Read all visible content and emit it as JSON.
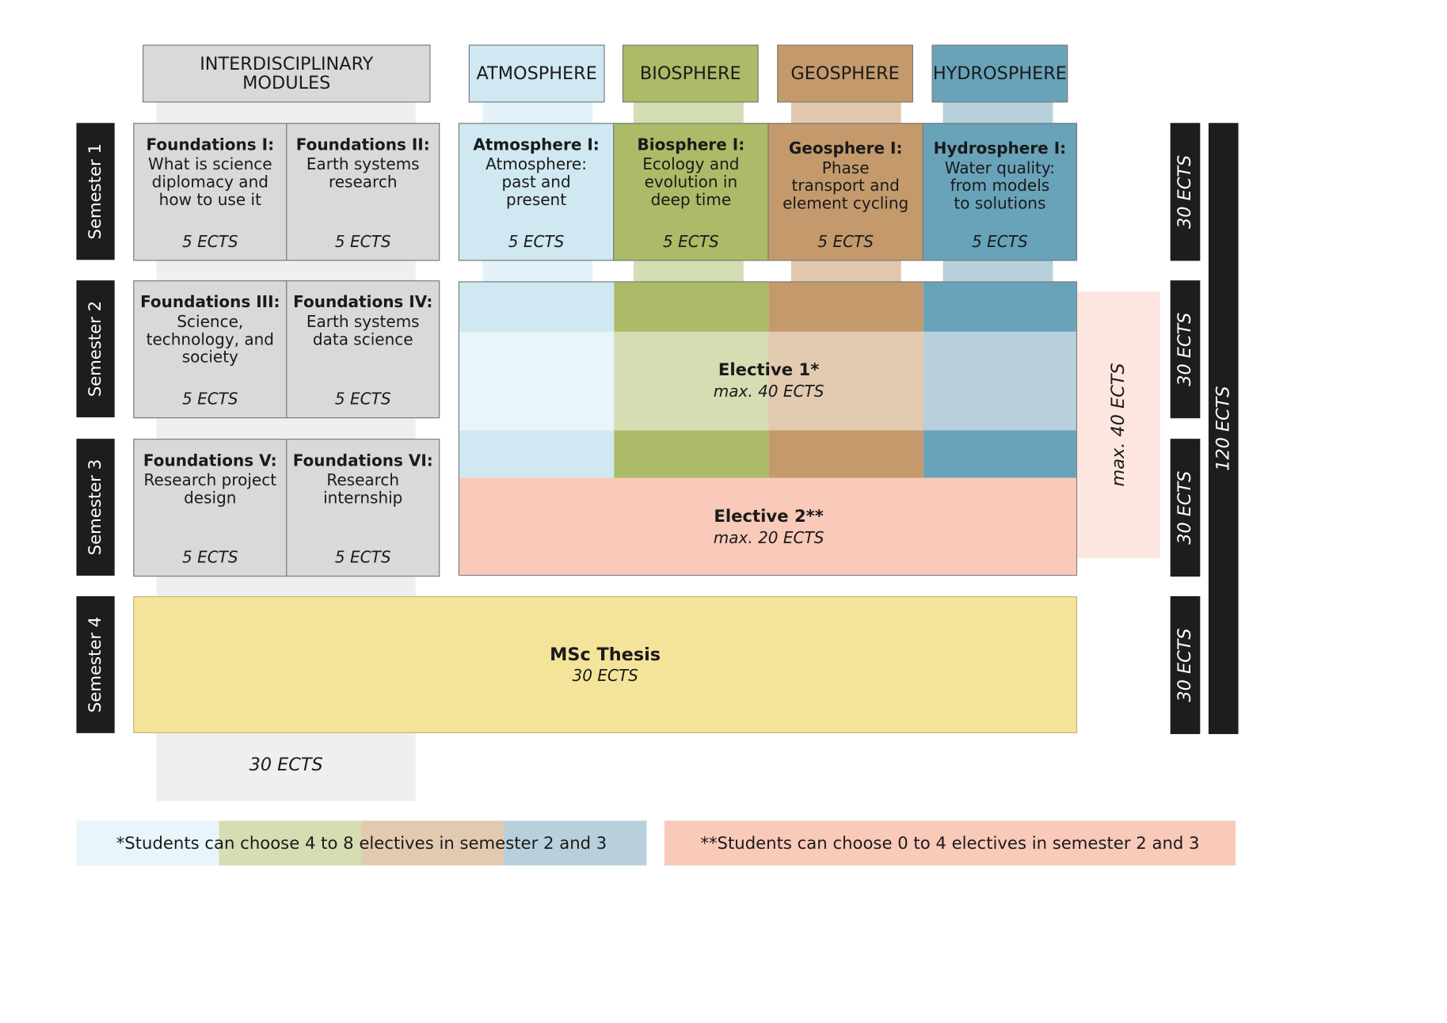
{
  "colors": {
    "interdisciplinary": "#d9d9d9",
    "atmosphere": "#cfe8f2",
    "biosphere": "#abbb67",
    "geosphere": "#c49a6c",
    "hydrosphere": "#68a3b9",
    "elective2": "#f9c9b9",
    "thesis": "#f4e49a",
    "dark": "#1d1d1d"
  },
  "headers": {
    "interdisciplinary": "INTERDISCIPLINARY MODULES",
    "atmosphere": "ATMOSPHERE",
    "biosphere": "BIOSPHERE",
    "geosphere": "GEOSPHERE",
    "hydrosphere": "HYDROSPHERE"
  },
  "semesters": [
    "Semester 1",
    "Semester 2",
    "Semester 3",
    "Semester 4"
  ],
  "foundations": [
    {
      "title": "Foundations I:",
      "desc": "What is science\ndiplomacy and\nhow to use it",
      "ects": "5 ECTS"
    },
    {
      "title": "Foundations II:",
      "desc": "Earth systems\nresearch",
      "ects": "5 ECTS"
    },
    {
      "title": "Foundations III:",
      "desc": "Science,\ntechnology, and\nsociety",
      "ects": "5 ECTS"
    },
    {
      "title": "Foundations IV:",
      "desc": "Earth systems\ndata science",
      "ects": "5 ECTS"
    },
    {
      "title": "Foundations V:",
      "desc": "Research project\ndesign",
      "ects": "5 ECTS"
    },
    {
      "title": "Foundations VI:",
      "desc": "Research\ninternship",
      "ects": "5 ECTS"
    }
  ],
  "spheres": [
    {
      "title": "Atmosphere I:",
      "desc": "Atmosphere:\npast and\npresent",
      "ects": "5 ECTS"
    },
    {
      "title": "Biosphere I:",
      "desc": "Ecology and\nevolution in\ndeep time",
      "ects": "5 ECTS"
    },
    {
      "title": "Geosphere I:",
      "desc": "Phase\ntransport and\nelement cycling",
      "ects": "5 ECTS"
    },
    {
      "title": "Hydrosphere I:",
      "desc": "Water quality:\nfrom models\nto solutions",
      "ects": "5 ECTS"
    }
  ],
  "elective1": {
    "title": "Elective 1*",
    "ects": "max. 40 ECTS"
  },
  "elective2": {
    "title": "Elective 2**",
    "ects": "max. 20 ECTS"
  },
  "elective_max": "max. 40 ECTS",
  "thesis": {
    "title": "MSc Thesis",
    "ects": "30 ECTS"
  },
  "interdisciplinary_total": "30 ECTS",
  "semester_ects": [
    "30 ECTS",
    "30 ECTS",
    "30 ECTS",
    "30 ECTS"
  ],
  "total_ects": "120 ECTS",
  "notes": {
    "elective1": "*Students can choose 4 to 8 electives in semester 2 and 3",
    "elective2": "**Students can choose 0 to 4 electives in semester 2 and 3"
  }
}
